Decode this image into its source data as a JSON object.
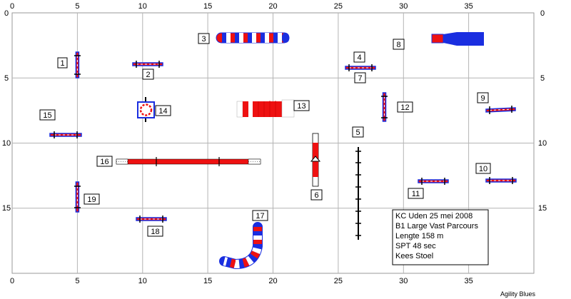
{
  "axes": {
    "x_ticks": [
      "0",
      "5",
      "10",
      "15",
      "20",
      "25",
      "30",
      "35"
    ],
    "y_ticks": [
      "0",
      "5",
      "10",
      "15"
    ]
  },
  "labels": [
    "1",
    "2",
    "3",
    "4",
    "5",
    "6",
    "7",
    "8",
    "9",
    "10",
    "11",
    "12",
    "13",
    "14",
    "15",
    "16",
    "17",
    "18",
    "19"
  ],
  "info": {
    "line1": "KC Uden 25 mei 2008",
    "line2": "B1 Large Vast Parcours",
    "line3": "Lengte 158 m",
    "line4": "SPT 48 sec",
    "line5": "Kees Stoel"
  },
  "credit": "Agility Blues",
  "colors": {
    "grid": "#b4b4b4",
    "red": "#ee1111",
    "blue": "#1a2ee0",
    "white": "#ffffff",
    "post": "#000000"
  }
}
